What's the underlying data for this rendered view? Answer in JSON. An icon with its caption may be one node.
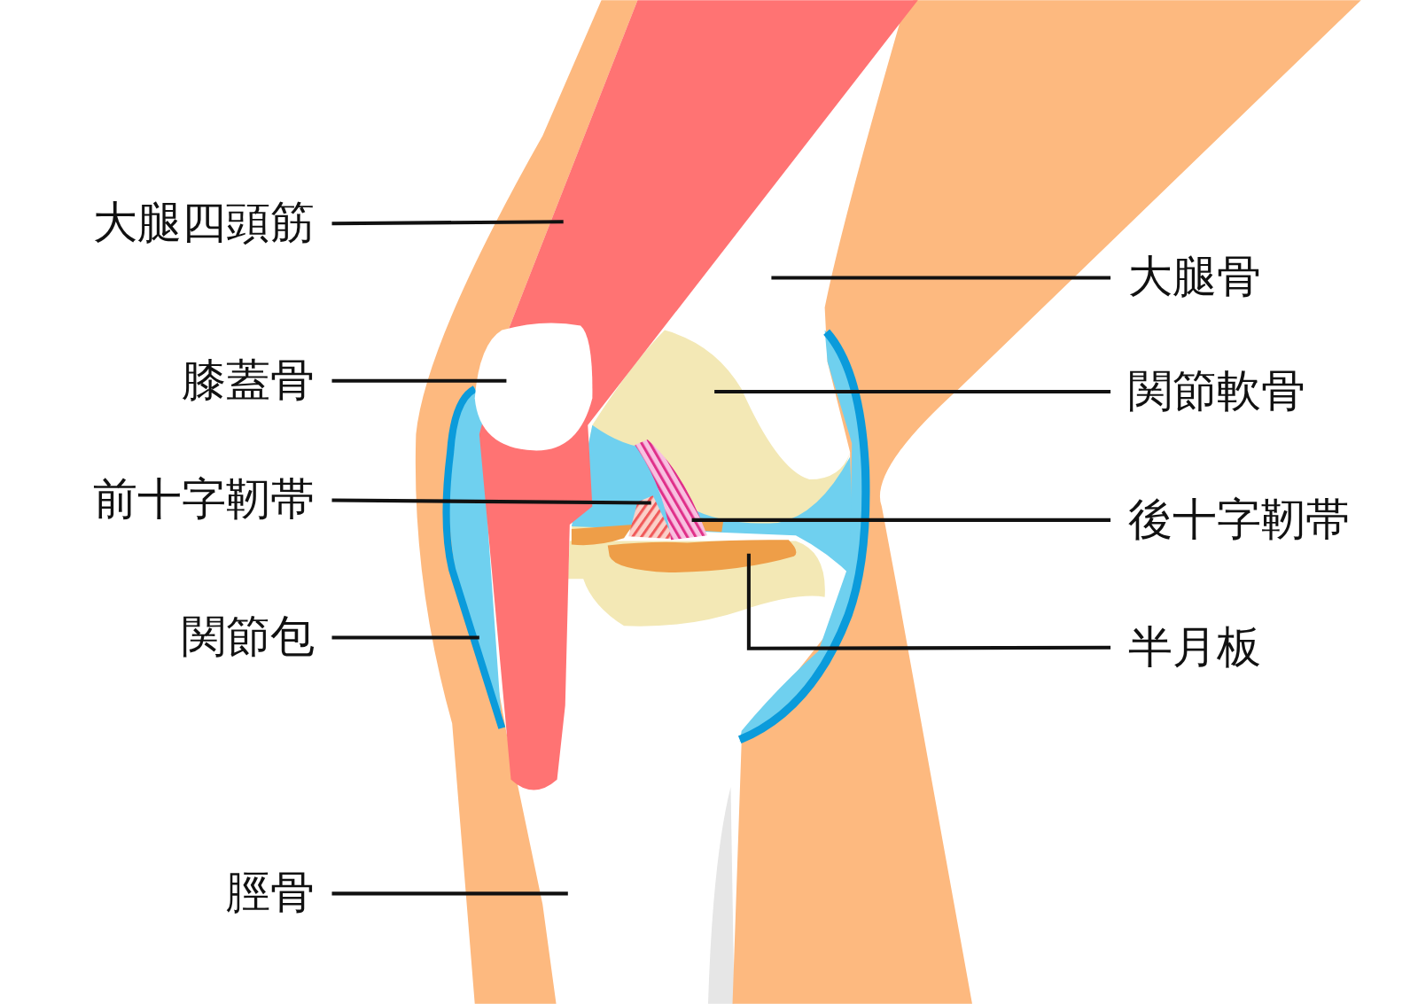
{
  "diagram": {
    "nodes": [
      {
        "text": [
          "大腿四頭筋"
        ]
      },
      {
        "text": [
          "大腿骨"
        ]
      },
      {
        "text": [
          "膝蓋骨"
        ]
      },
      {
        "text": [
          "関節軟骨"
        ]
      },
      {
        "text": [
          "前十字靭帯"
        ]
      },
      {
        "text": [
          "後十字靭帯"
        ]
      },
      {
        "text": [
          "関節包"
        ]
      },
      {
        "text": [
          "半月板"
        ]
      },
      {
        "text": [
          "脛骨"
        ]
      }
    ],
    "edges": [
      {
        "from": 0,
        "to": null,
        "arrow": "none"
      },
      {
        "from": 1,
        "to": null,
        "arrow": "none"
      },
      {
        "from": 2,
        "to": null,
        "arrow": "none"
      },
      {
        "from": 3,
        "to": null,
        "arrow": "none"
      },
      {
        "from": 4,
        "to": null,
        "arrow": "none"
      },
      {
        "from": 5,
        "to": null,
        "arrow": "none"
      },
      {
        "from": 6,
        "to": null,
        "arrow": "none"
      },
      {
        "from": 7,
        "to": null,
        "arrow": "none"
      },
      {
        "from": 8,
        "to": null,
        "arrow": "none"
      }
    ]
  }
}
